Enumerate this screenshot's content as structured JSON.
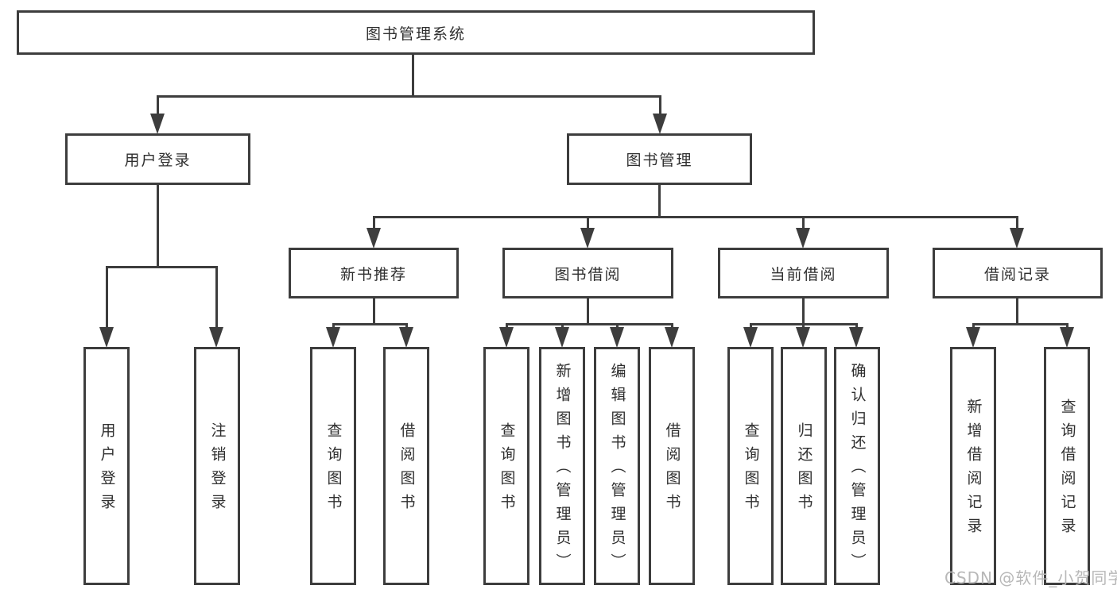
{
  "diagram": {
    "title": "图书管理系统",
    "root": {
      "label": "图书管理系统"
    },
    "level2": [
      {
        "label": "用户登录"
      },
      {
        "label": "图书管理"
      }
    ],
    "level3": [
      {
        "label": "新书推荐",
        "parent": "图书管理"
      },
      {
        "label": "图书借阅",
        "parent": "图书管理"
      },
      {
        "label": "当前借阅",
        "parent": "图书管理"
      },
      {
        "label": "借阅记录",
        "parent": "图书管理"
      }
    ],
    "leaves": [
      {
        "label": "用户登录",
        "parent": "用户登录"
      },
      {
        "label": "注销登录",
        "parent": "用户登录"
      },
      {
        "label": "查询图书",
        "parent": "新书推荐"
      },
      {
        "label": "借阅图书",
        "parent": "新书推荐"
      },
      {
        "label": "查询图书",
        "parent": "图书借阅"
      },
      {
        "label": "新增图书（管理员）",
        "parent": "图书借阅"
      },
      {
        "label": "编辑图书（管理员）",
        "parent": "图书借阅"
      },
      {
        "label": "借阅图书",
        "parent": "图书借阅"
      },
      {
        "label": "查询图书",
        "parent": "当前借阅"
      },
      {
        "label": "归还图书",
        "parent": "当前借阅"
      },
      {
        "label": "确认归还（管理员）",
        "parent": "当前借阅"
      },
      {
        "label": "新增借阅记录",
        "parent": "借阅记录"
      },
      {
        "label": "查询借阅记录",
        "parent": "借阅记录"
      }
    ]
  },
  "colors": {
    "line": "#3d3d3d",
    "text": "#2f2f2f",
    "watermark": "#b8b8b8",
    "background": "#ffffff"
  },
  "watermark": {
    "text": "CSDN @软件_小贺同学"
  }
}
